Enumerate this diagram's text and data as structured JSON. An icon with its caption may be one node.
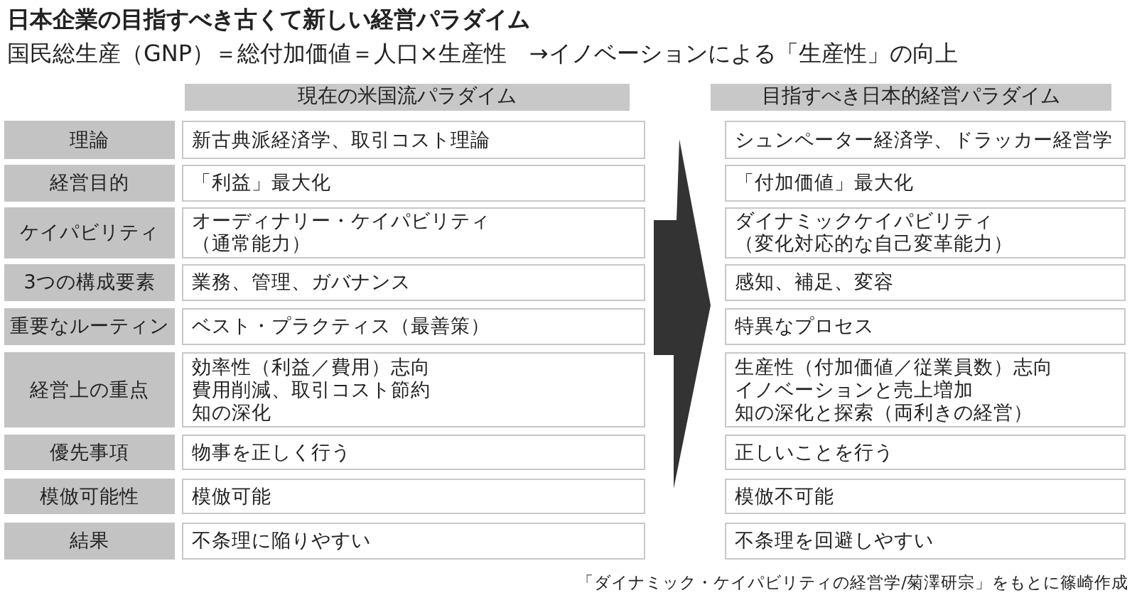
{
  "diagram": {
    "title": "日本企業の目指すべき古くて新しい経営パラダイム",
    "caption": "「ダイナミック・ケイパビリティの経営学/菊澤研宗」をもとに篠崎作成",
    "labels": [
      "国民総生産（GNP）＝総付加価値＝人口×生産性　→イノベーションによる「生産性」の向上",
      "現在の米国流パラダイム",
      "目指すべき日本的経営パラダイム",
      "理論",
      "新古典派経済学、取引コスト理論",
      "シュンペーター経済学、ドラッカー経営学",
      "経営目的",
      "「利益」最大化",
      "「付加価値」最大化",
      "ケイパビリティ",
      "オーディナリー・ケイパビリティ",
      "（通常能力）",
      "ダイナミックケイパビリティ",
      "（変化対応的な自己変革能力）",
      "3つの構成要素",
      "業務、管理、ガバナンス",
      "感知、補足、変容",
      "重要なルーティン",
      "ベスト・プラクティス（最善策）",
      "特異なプロセス",
      "経営上の重点",
      "効率性（利益／費用）志向",
      "費用削減、取引コスト節約",
      "知の深化",
      "生産性（付加価値／従業員数）志向",
      "イノベーションと売上増加",
      "知の深化と探索（両利きの経営）",
      "優先事項",
      "物事を正しく行う",
      "正しいことを行う",
      "模倣可能性",
      "模倣可能",
      "模倣不可能",
      "結果",
      "不条理に陥りやすい",
      "不条理を回避しやすい"
    ]
  }
}
